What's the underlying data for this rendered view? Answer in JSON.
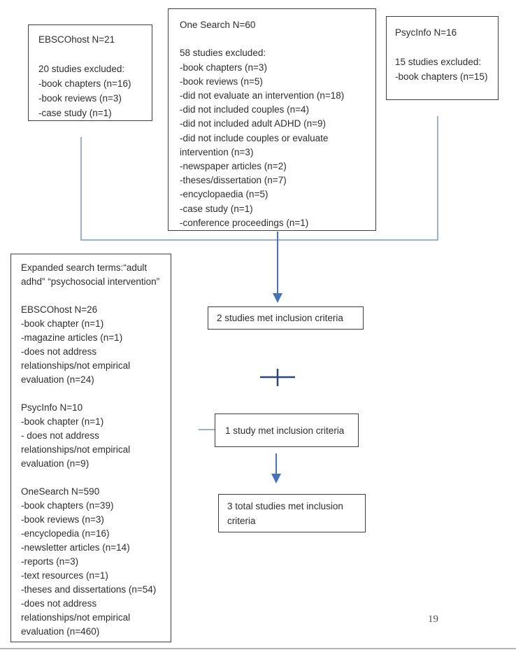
{
  "page": {
    "number": "19",
    "background": "#ffffff"
  },
  "colors": {
    "box_border": "#3d3d3d",
    "text": "#2e2e2e",
    "connector": "#9aafd4",
    "arrow": "#4673b8",
    "plus": "#2d4777",
    "page_number": "#4f4f4f",
    "bottom_edge": "#b3b3b3"
  },
  "icons": {
    "arrow_to_two_studies": "arrow-down",
    "arrow_to_total": "arrow-down",
    "plus_connector": "plus"
  },
  "boxes": {
    "ebscohost": {
      "lines": [
        "EBSCOhost N=21",
        "",
        "20 studies excluded:",
        "-book chapters (n=16)",
        "-book reviews (n=3)",
        "-case study (n=1)"
      ]
    },
    "one_search": {
      "lines": [
        "One Search N=60",
        "",
        "58 studies excluded:",
        "-book chapters (n=3)",
        "-book reviews (n=5)",
        "-did not evaluate an intervention (n=18)",
        "-did not included couples (n=4)",
        "-did not included adult ADHD (n=9)",
        "-did not include couples or evaluate",
        "intervention (n=3)",
        "-newspaper articles (n=2)",
        "-theses/dissertation (n=7)",
        "-encyclopaedia (n=5)",
        "-case study (n=1)",
        "-conference proceedings (n=1)"
      ]
    },
    "psycinfo": {
      "lines": [
        "PsycInfo N=16",
        "",
        "15 studies excluded:",
        "-book chapters (n=15)"
      ]
    },
    "expanded_search": {
      "lines": [
        "Expanded search terms:“adult",
        "adhd” “psychosocial intervention”",
        "",
        "EBSCOhost N=26",
        "-book chapter (n=1)",
        "-magazine articles (n=1)",
        "-does not address",
        "relationships/not empirical",
        "evaluation (n=24)",
        "",
        "PsycInfo N=10",
        "-book chapter (n=1)",
        "- does not address",
        "relationships/not empirical",
        "evaluation (n=9)",
        "",
        "OneSearch N=590",
        "-book chapters (n=39)",
        "-book reviews (n=3)",
        "-encyclopedia (n=16)",
        "-newsletter articles (n=14)",
        "-reports (n=3)",
        "-text resources (n=1)",
        "-theses and dissertations (n=54)",
        "-does not address",
        "relationships/not empirical",
        "evaluation (n=460)"
      ]
    },
    "included_two": {
      "text": "2 studies met inclusion criteria"
    },
    "included_one": {
      "text": "1 study met inclusion criteria"
    },
    "total": {
      "lines": [
        "3 total studies met inclusion",
        "criteria"
      ]
    }
  }
}
